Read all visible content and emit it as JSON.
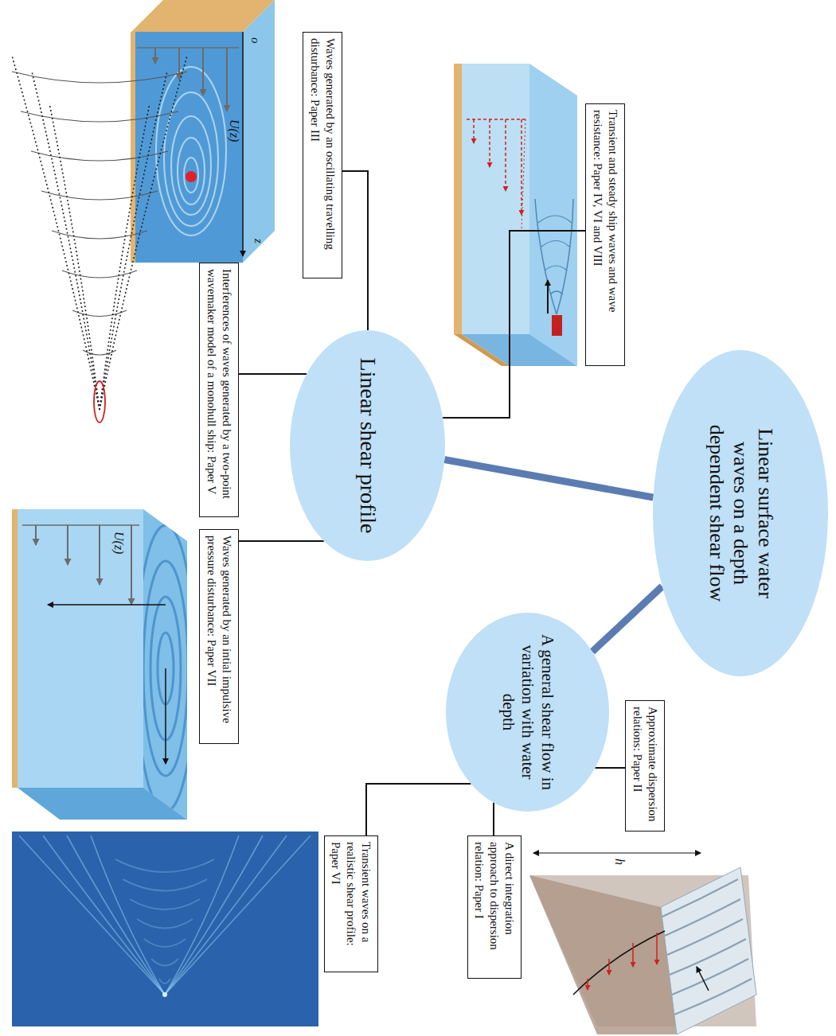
{
  "diagram": {
    "nodes": [
      {
        "text": [
          "Linear surface water waves on a depth dependent shear flow"
        ]
      },
      {
        "text": [
          "Linear shear profile"
        ]
      },
      {
        "text": [
          "A general shear flow in variation with water depth"
        ]
      },
      {
        "text": [
          "Transient and steady ship waves and wave resistance: Paper IV, VI and VIII"
        ]
      },
      {
        "text": [
          "Waves generated by an oscillating travelling disturbance: Paper III"
        ]
      },
      {
        "text": [
          "Interferences of waves generated by a two-point wavemaker model of a monohull ship: Paper V"
        ]
      },
      {
        "text": [
          "Waves generated by an intial impulsive pressure disturbance: Paper VII"
        ]
      },
      {
        "text": [
          "Approximate dispersion relations: Paper II"
        ]
      },
      {
        "text": [
          "A direct integration approach to dispersion relation: Paper I"
        ]
      },
      {
        "text": [
          "Transient waves on a realistic shear profile: Paper VI"
        ]
      }
    ],
    "edges": [
      {
        "from": 0,
        "to": 1,
        "arrow": "none"
      },
      {
        "from": 0,
        "to": 2,
        "arrow": "none"
      },
      {
        "from": 1,
        "to": 3,
        "arrow": "none"
      },
      {
        "from": 1,
        "to": 4,
        "arrow": "none"
      },
      {
        "from": 1,
        "to": 5,
        "arrow": "none"
      },
      {
        "from": 1,
        "to": 6,
        "arrow": "none"
      },
      {
        "from": 2,
        "to": 7,
        "arrow": "none"
      },
      {
        "from": 2,
        "to": 8,
        "arrow": "none"
      },
      {
        "from": 2,
        "to": 9,
        "arrow": "none"
      }
    ],
    "labels": [
      "U(z)",
      "o",
      "z",
      "U(z)",
      "h"
    ]
  }
}
